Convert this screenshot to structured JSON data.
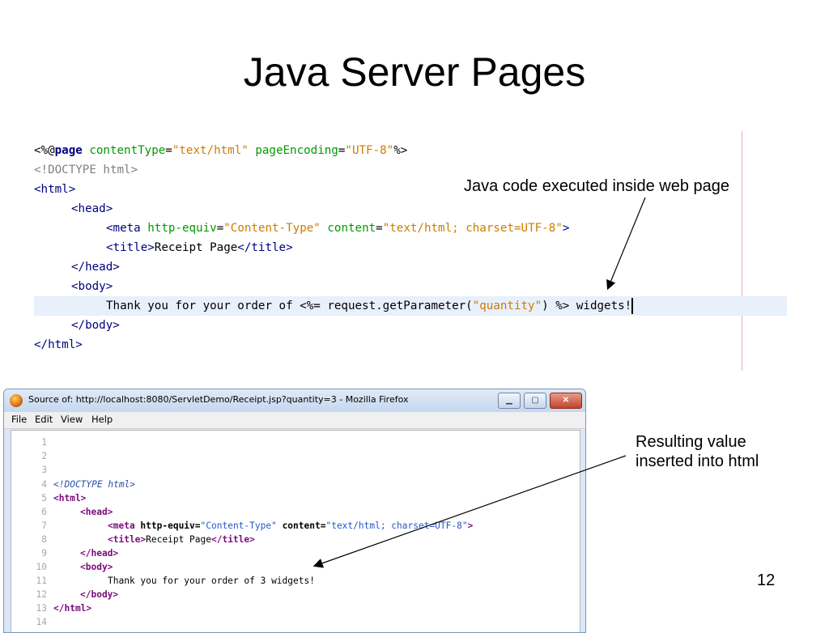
{
  "slide": {
    "title": "Java Server Pages",
    "page_number": "12",
    "callout_top": "Java code executed inside web page",
    "callout_bottom_line1": "Resulting value",
    "callout_bottom_line2": "inserted into html"
  },
  "editor": {
    "line1": {
      "open": "<%@",
      "directive": "page",
      "attr1": " contentType",
      "eq1": "=",
      "val1": "\"text/html\"",
      "attr2": " pageEncoding",
      "eq2": "=",
      "val2": "\"UTF-8\"",
      "close": "%>"
    },
    "line2": "<!DOCTYPE html>",
    "line3": "<html>",
    "line4": "<head>",
    "line5": {
      "open": "<meta",
      "attr1": " http-equiv",
      "eq1": "=",
      "val1": "\"Content-Type\"",
      "attr2": " content",
      "eq2": "=",
      "val2": "\"text/html; charset=UTF-8\"",
      "close": ">"
    },
    "line6": {
      "open": "<title>",
      "text": "Receipt Page",
      "close": "</title>"
    },
    "line7": "</head>",
    "line8": "<body>",
    "line9": {
      "text1": "Thank you for your order of ",
      "expr_open": "<%=",
      "code1": " request.getParameter(",
      "str": "\"quantity\"",
      "code2": ") ",
      "expr_close": "%>",
      "text2": " widgets!"
    },
    "line10": "</body>",
    "line11": "</html>"
  },
  "window": {
    "title": "Source of: http://localhost:8080/ServletDemo/Receipt.jsp?quantity=3 - Mozilla Firefox",
    "menu": [
      "File",
      "Edit",
      "View",
      "Help"
    ],
    "btn_min": "▁",
    "btn_max": "▢",
    "btn_close": "✕"
  },
  "source": {
    "n1": "1",
    "n2": "2",
    "n3": "3",
    "n4": "4",
    "n5": "5",
    "n6": "6",
    "n7": "7",
    "n8": "8",
    "n9": "9",
    "n10": "10",
    "n11": "11",
    "n12": "12",
    "n13": "13",
    "n14": "14",
    "l4": "<!DOCTYPE html>",
    "l5_tag": "<html>",
    "l6_tag": "<head>",
    "l7": {
      "open": "<meta",
      "attr1": " http-equiv",
      "eq1": "=",
      "val1": "\"Content-Type\"",
      "attr2": " content",
      "eq2": "=",
      "val2": "\"text/html; charset=UTF-8\"",
      "close": ">"
    },
    "l8": {
      "open": "<title>",
      "text": "Receipt Page",
      "close": "</title>"
    },
    "l9_tag": "</head>",
    "l10_tag": "<body>",
    "l11": "Thank you for your order of 3 widgets!",
    "l12_tag": "</body>",
    "l13_tag": "</html>"
  }
}
